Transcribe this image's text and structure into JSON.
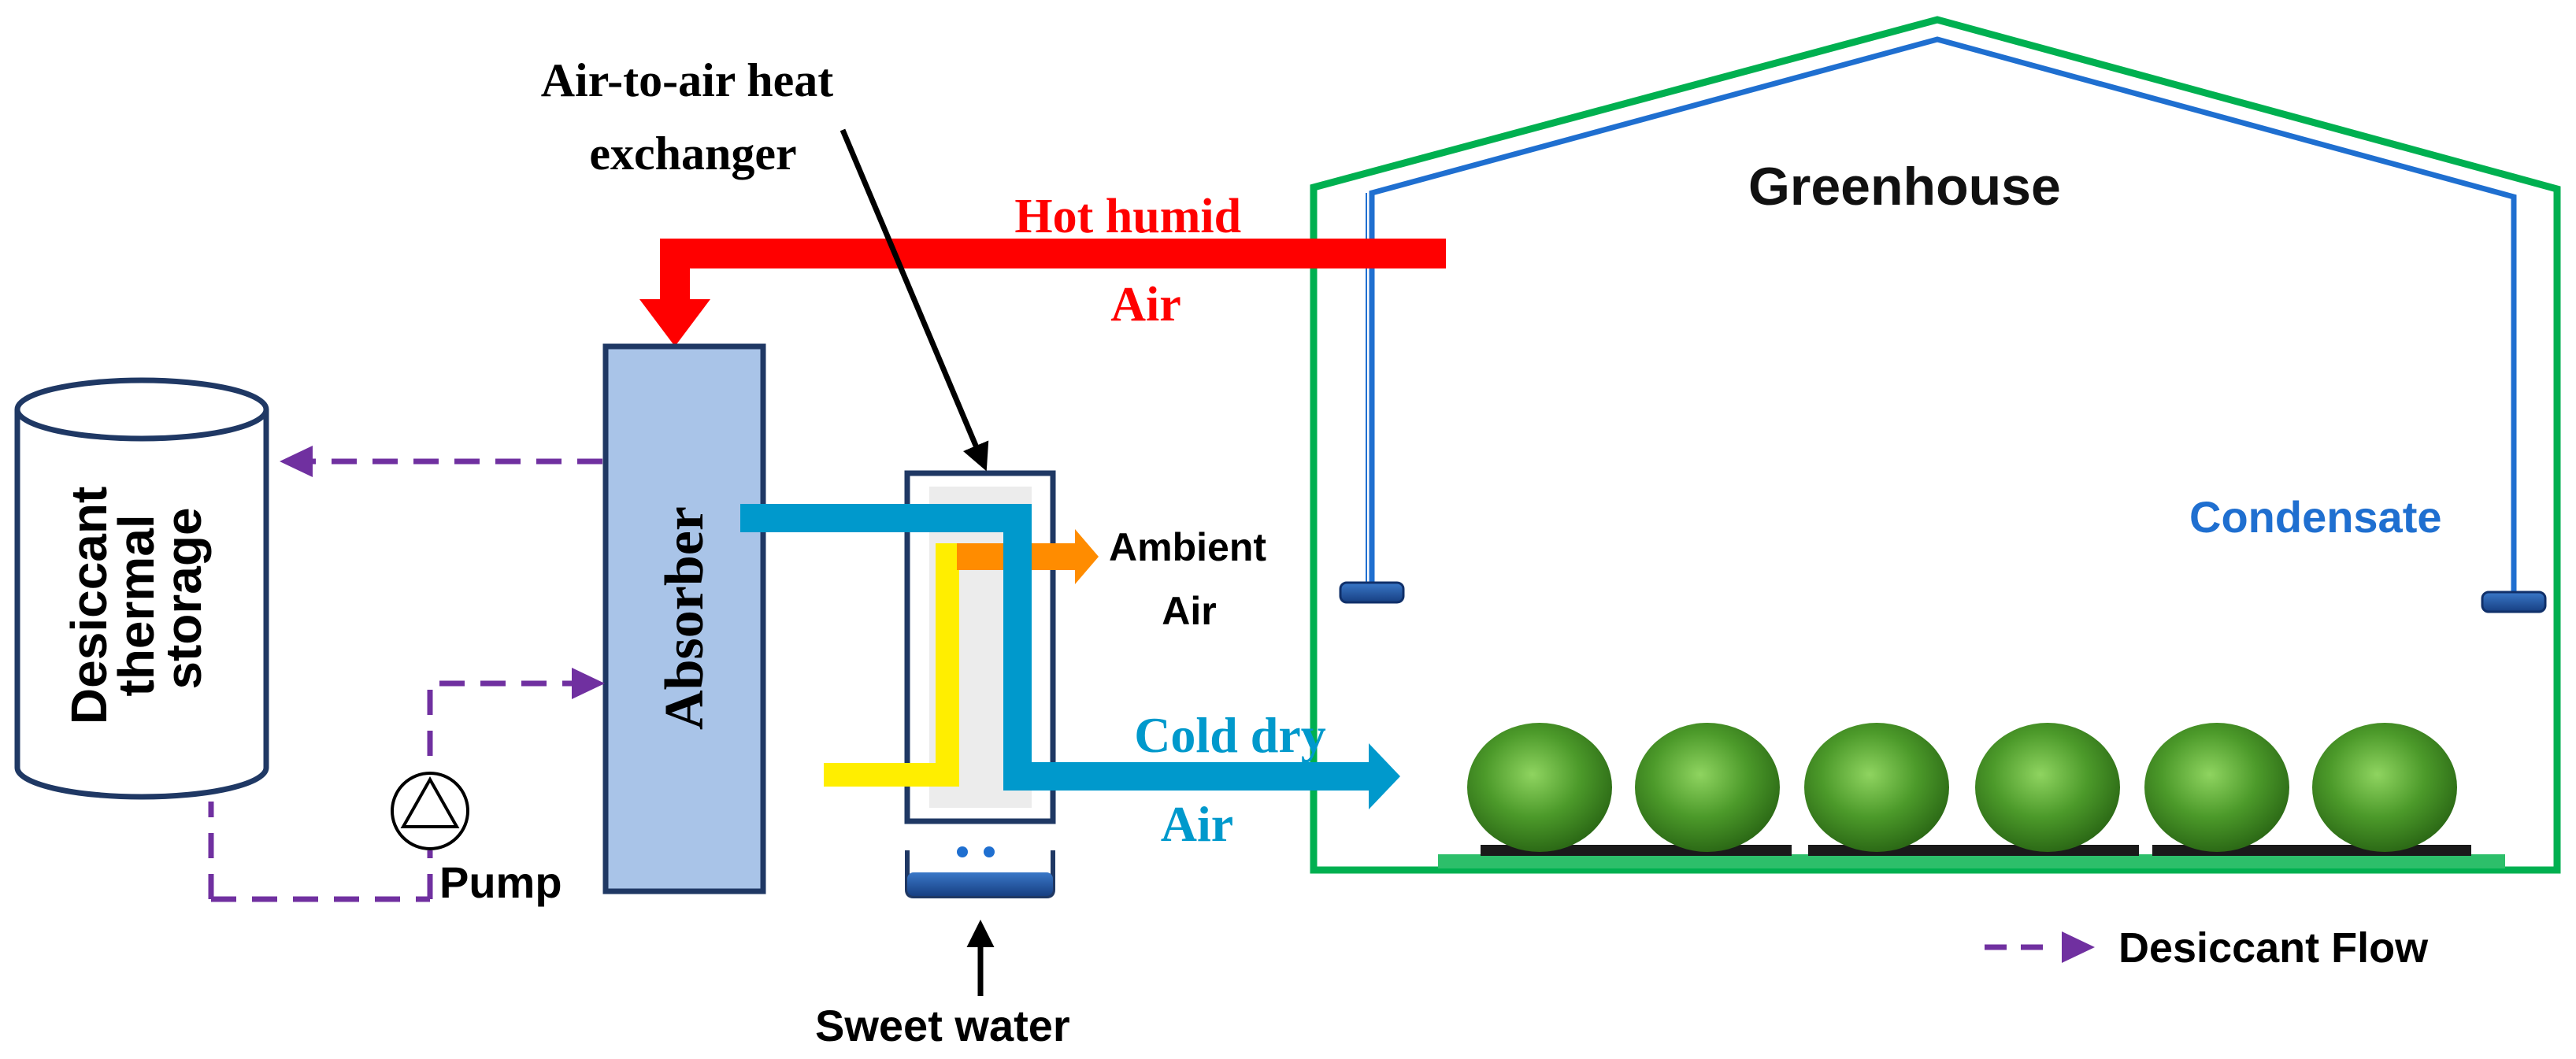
{
  "labels": {
    "heat_exchanger": [
      "Air-to-air heat",
      "exchanger"
    ],
    "hot_humid_air": [
      "Hot humid",
      "Air"
    ],
    "greenhouse": "Greenhouse",
    "storage": [
      "Desiccant",
      "thermal",
      "storage"
    ],
    "absorber": "Absorber",
    "ambient_air": [
      "Ambient",
      "Air"
    ],
    "cold_dry_air": [
      "Cold dry",
      "Air"
    ],
    "condensate": "Condensate",
    "pump": "Pump",
    "sweet_water": "Sweet water",
    "legend_desiccant_flow": "Desiccant Flow"
  },
  "colors": {
    "hot_air": "#ff0000",
    "cold_air": "#0099cc",
    "ambient_air": "#ff8c00",
    "yellow_duct": "#ffee00",
    "desiccant_flow": "#7030a0",
    "greenhouse_frame": "#00b050",
    "condensate": "#1f6fd0",
    "absorber_fill": "#a9c4e8",
    "outline": "#1f3864"
  },
  "icons": {
    "pump": "pump-icon",
    "plant": "plant-icon",
    "tray": "condensate-tray-icon"
  }
}
